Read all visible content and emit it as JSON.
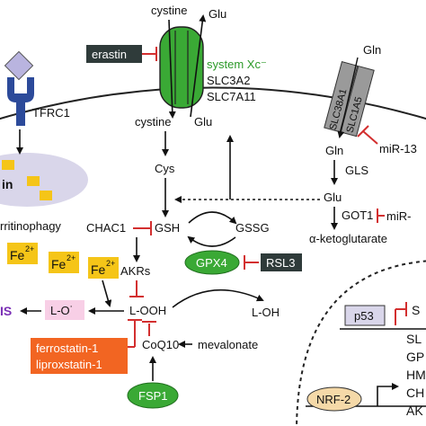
{
  "colors": {
    "green": "#3aa935",
    "greenText": "#2c9a29",
    "gray": "#9a9a9a",
    "red": "#d32f2f",
    "orange": "#f26522",
    "yellow": "#f5c518",
    "lavender": "#d9d6ea",
    "darkBox": "#2f3b3a",
    "pink": "#f8cfe6",
    "purple": "#7a2fb5",
    "black": "#111111"
  },
  "labels": {
    "cystine_out": "cystine",
    "glu_out": "Glu",
    "erastin": "erastin",
    "system_xc": "system Xc⁻",
    "slc3a2": "SLC3A2",
    "slc7a11": "SLC7A11",
    "tfrc1": "TFRC1",
    "cystine_in": "cystine",
    "glu_in": "Glu",
    "cys": "Cys",
    "gln_out": "Gln",
    "slc38a1": "SLC38A1",
    "slc1a5": "SLC1A5",
    "gln_in": "Gln",
    "mir13": "miR-13",
    "gls": "GLS",
    "glu_mid": "Glu",
    "got1": "GOT1",
    "mir_right": "miR-",
    "aketo": "α-ketoglutarate",
    "lysosome_fe": "in",
    "ferritinophagy": "rritinophagy",
    "fe1": "Fe",
    "fe2": "Fe",
    "fe3": "Fe",
    "fe_sup": "2+",
    "chac1": "CHAC1",
    "gsh": "GSH",
    "gssg": "GSSG",
    "gpx4": "GPX4",
    "rsl3": "RSL3",
    "akrs": "AKRs",
    "looh": "L-OOH",
    "loh": "L-OH",
    "lo": "L-O˙",
    "is": "IS",
    "ferrostatin": "ferrostatin-1",
    "liproxstatin": "liproxstatin-1",
    "coq10": "CoQ10",
    "mevalonate": "mevalonate",
    "fsp1": "FSP1",
    "p53": "p53",
    "s_text": "S",
    "nrf2": "NRF-2",
    "gene_sl": "SL",
    "gene_gp": "GP",
    "gene_hm": "HM",
    "gene_ch": "CH",
    "gene_ak": "AK"
  }
}
